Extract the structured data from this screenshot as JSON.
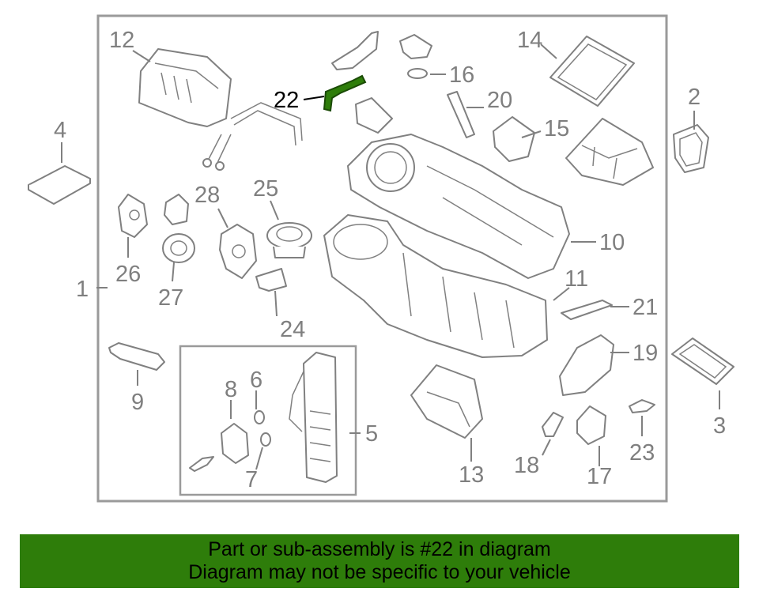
{
  "diagram": {
    "callouts": [
      "1",
      "2",
      "3",
      "4",
      "5",
      "6",
      "7",
      "8",
      "9",
      "10",
      "11",
      "12",
      "13",
      "14",
      "15",
      "16",
      "17",
      "18",
      "19",
      "20",
      "21",
      "22",
      "23",
      "24",
      "25",
      "26",
      "27",
      "28"
    ],
    "highlighted_part": "22",
    "highlight_color": "#2e7d0a"
  },
  "banner": {
    "line1": "Part or sub-assembly is #22 in diagram",
    "line2": "Diagram may not be specific to your vehicle",
    "background": "#2e7d0a"
  }
}
